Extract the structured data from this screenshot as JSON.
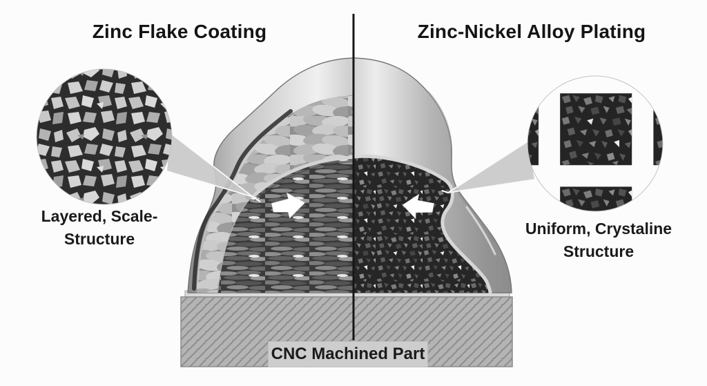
{
  "left_panel": {
    "title": "Zinc Flake Coating",
    "label_line1": "Layered, Scale-",
    "label_line2": "Structure",
    "inset": "sem-micrograph-of-zinc-flakes"
  },
  "right_panel": {
    "title": "Zinc-Nickel Alloy Plating",
    "label_line1": "Uniform, Crystaline",
    "label_line2": "Structure",
    "inset": "sem-micrograph-of-zinc-nickel-crystals"
  },
  "center": {
    "base_label": "CNC Machined Part"
  },
  "icons": {
    "left_arrow": "right-pointing-arrow",
    "right_arrow": "left-pointing-arrow"
  },
  "colors": {
    "text": "#141414",
    "badge_bg": "#cdcdcd",
    "base_gray": "#b4b4b4",
    "hatch_line": "#8d8d8d",
    "divider": "#161616",
    "callout_wedge": "#c9c9c9",
    "arrow": "#ffffff"
  }
}
